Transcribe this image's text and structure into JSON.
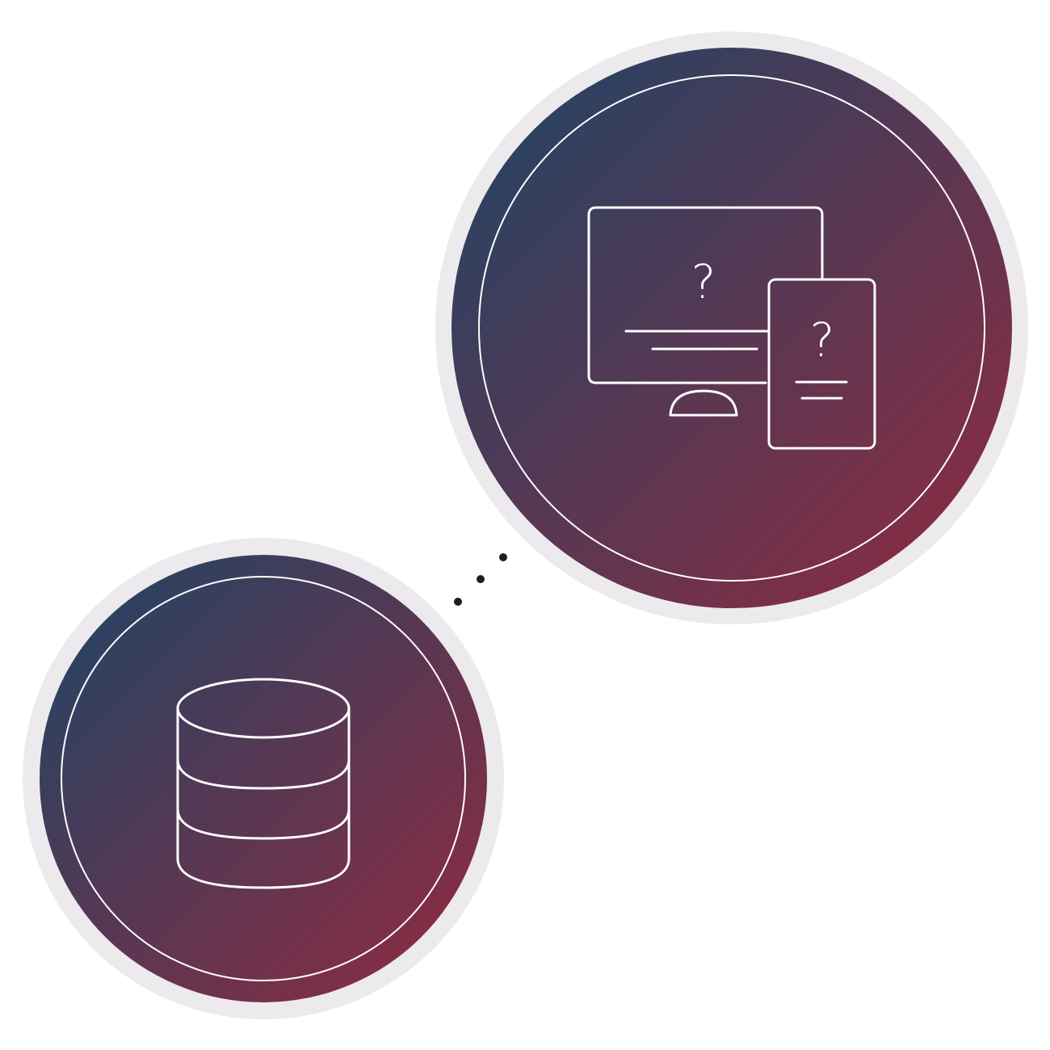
{
  "colors": {
    "background": "#ffffff",
    "halo": "#edeaee",
    "gradient_start": "#1d4566",
    "gradient_end": "#922a40",
    "icon_stroke": "#ffffff",
    "connector_dots": "#1e1e1e"
  },
  "nodes": [
    {
      "id": "database-node",
      "icon": "database-icon"
    },
    {
      "id": "devices-node",
      "icon": "monitor-and-tablet-unknown-icon"
    }
  ],
  "connector": {
    "style": "dotted",
    "from": "database-node",
    "to": "devices-node"
  },
  "devices": {
    "monitor_glyph": "?",
    "tablet_glyph": "?"
  }
}
